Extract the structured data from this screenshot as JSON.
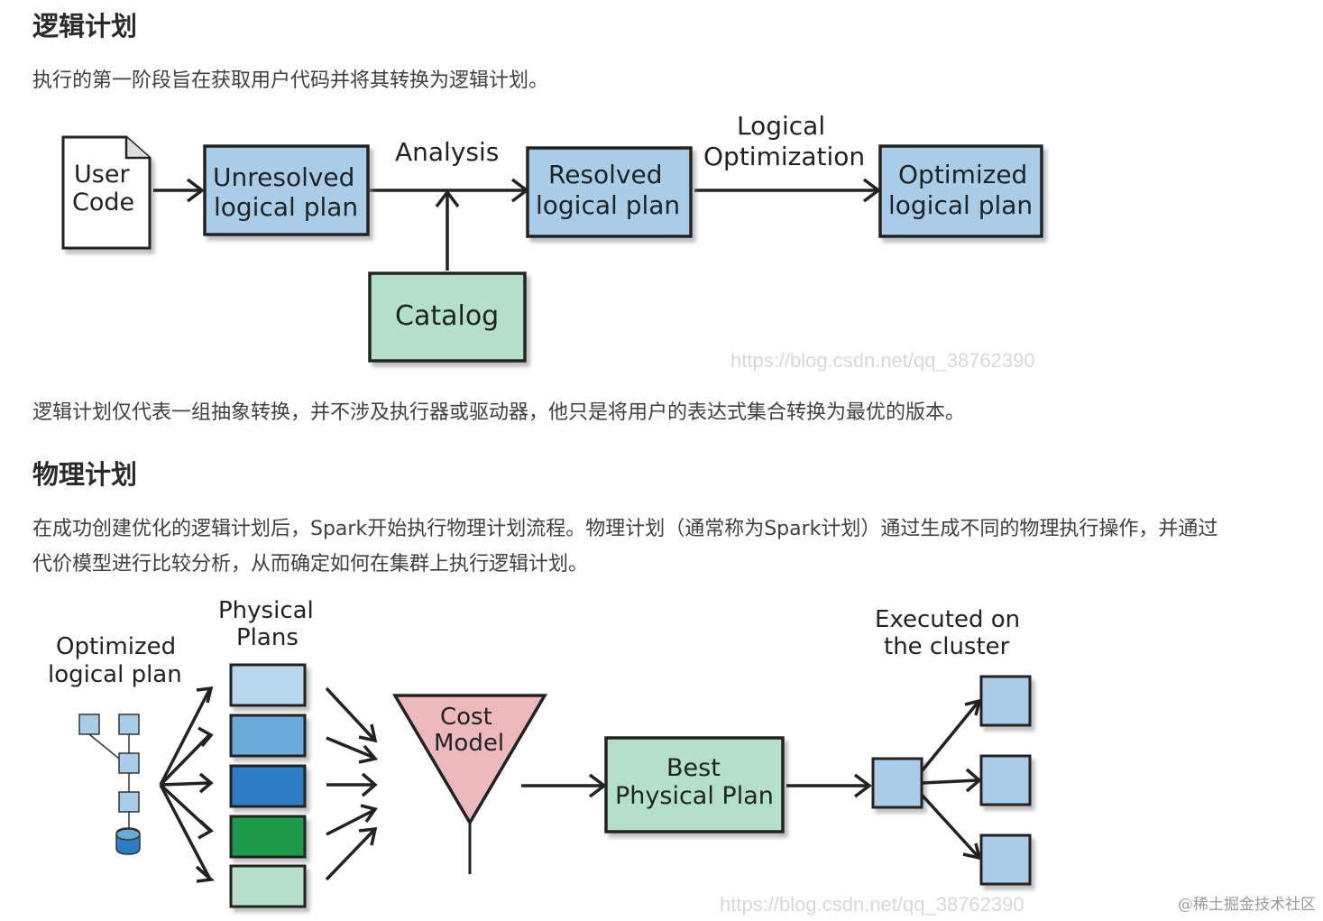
{
  "sections": [
    {
      "heading": "逻辑计划",
      "intro": "执行的第一阶段旨在获取用户代码并将其转换为逻辑计划。",
      "after": "逻辑计划仅代表一组抽象转换，并不涉及执行器或驱动器，他只是将用户的表达式集合转换为最优的版本。"
    },
    {
      "heading": "物理计划",
      "intro_line1": "在成功创建优化的逻辑计划后，Spark开始执行物理计划流程。物理计划（通常称为Spark计划）通过生成不同的物理执行操作，并通过",
      "intro_line2": "代价模型进行比较分析，从而确定如何在集群上执行逻辑计划。"
    }
  ],
  "diagram1": {
    "user_code": [
      "User",
      "Code"
    ],
    "unresolved": [
      "Unresolved",
      "logical plan"
    ],
    "analysis": "Analysis",
    "resolved": [
      "Resolved",
      "logical plan"
    ],
    "logical_opt": [
      "Logical",
      "Optimization"
    ],
    "optimized": [
      "Optimized",
      "logical plan"
    ],
    "catalog": "Catalog",
    "watermark": "https://blog.csdn.net/qq_38762390"
  },
  "diagram2": {
    "optimized": [
      "Optimized",
      "logical plan"
    ],
    "physical_plans": [
      "Physical",
      "Plans"
    ],
    "cost_model": [
      "Cost",
      "Model"
    ],
    "best_plan": [
      "Best",
      "Physical Plan"
    ],
    "executed": [
      "Executed on",
      "the cluster"
    ],
    "watermark": "https://blog.csdn.net/qq_38762390"
  },
  "colors": {
    "blue_box": "#a9cde8",
    "green_box": "#b3e0c6",
    "pink_triangle": "#ecb9bd",
    "plan_colors": [
      "#b7d8ee",
      "#6aaad8",
      "#2f7cc4",
      "#1f9a4a",
      "#b3e0c6"
    ]
  },
  "footer_watermark": "@稀土掘金技术社区"
}
